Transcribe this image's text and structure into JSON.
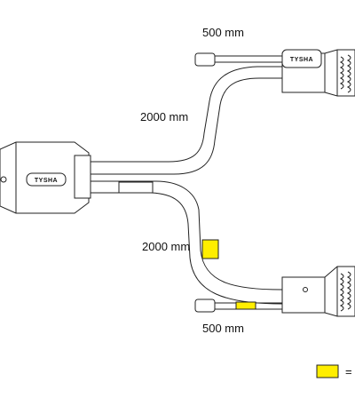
{
  "labels": {
    "upper_branch_length": "2000 mm",
    "lower_branch_length": "2000 mm",
    "upper_pigtail_length": "500 mm",
    "lower_pigtail_length": "500 mm",
    "legend_symbol": "="
  },
  "brand_text": "TYSHA",
  "colors": {
    "highlight": "#ffee00",
    "outline": "#222222"
  }
}
